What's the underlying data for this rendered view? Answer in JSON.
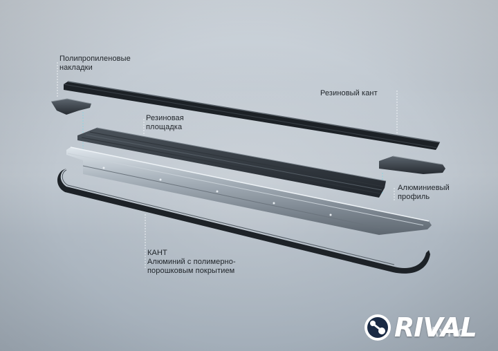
{
  "labels": {
    "polypropylene_1": "Полипропиленовые",
    "polypropylene_2": "накладки",
    "rubber_trim": "Резиновый кант",
    "rubber_pad_1": "Резиновая",
    "rubber_pad_2": "площадка",
    "aluminum_profile_1": "Алюминиевый",
    "aluminum_profile_2": "профиль",
    "kant_title": "КАНТ",
    "kant_desc_1": "Алюминий с полимерно-",
    "kant_desc_2": "порошковым покрытием"
  },
  "brand": {
    "logo_text": "RIVAL",
    "watermark": "Avito"
  },
  "colors": {
    "background": "#bfc7cf",
    "label_text": "#1e2328",
    "guide_line": "#ffffff",
    "dark_part": "#23282d",
    "aluminum": "#8e98a2"
  }
}
